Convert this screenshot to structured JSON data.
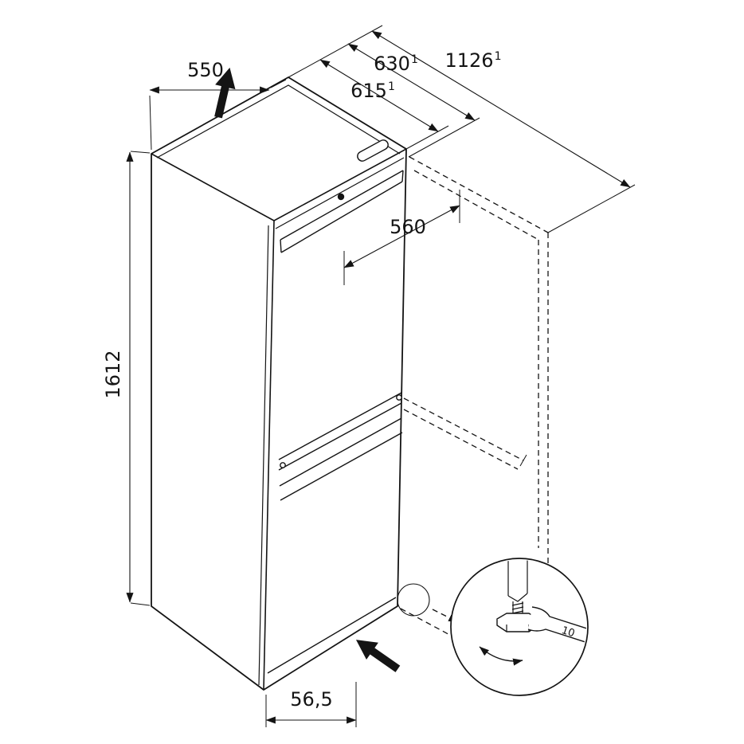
{
  "meta": {
    "title": "Refrigerator installation dimension drawing"
  },
  "dims": {
    "width_top": {
      "value": "550"
    },
    "depth_body": {
      "value": "615",
      "sup": "1"
    },
    "depth_with_handle": {
      "value": "630",
      "sup": "1"
    },
    "depth_door_open": {
      "value": "1126",
      "sup": "1"
    },
    "door_width": {
      "value": "560"
    },
    "height": {
      "value": "1612"
    },
    "plinth_offset": {
      "value": "56,5"
    },
    "wrench_size": {
      "value": "10"
    }
  },
  "colors": {
    "line": "#141414",
    "background": "#ffffff"
  }
}
